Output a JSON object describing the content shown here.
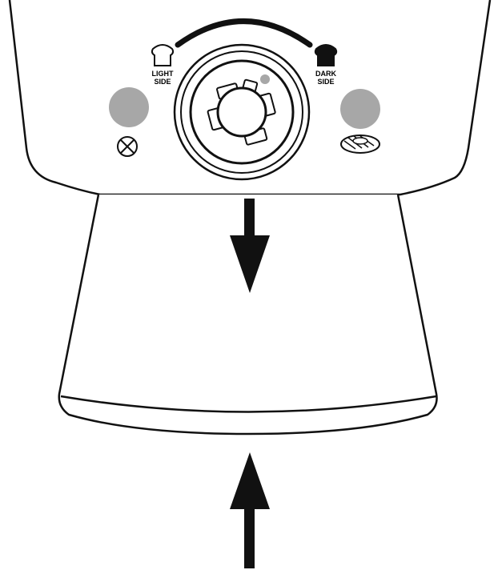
{
  "labels": {
    "light_line1": "LIGHT",
    "light_line2": "SIDE",
    "dark_line1": "DARK",
    "dark_line2": "SIDE"
  },
  "colors": {
    "stroke": "#111111",
    "button_fill": "#a7a7a7",
    "indicator_fill": "#a7a7a7",
    "background": "#ffffff"
  },
  "icons": {
    "left_button_symbol": "cancel-circle-x-icon",
    "right_button_symbol": "bagel-icon",
    "light_toast": "light-toast-icon",
    "dark_toast": "dark-toast-icon"
  }
}
